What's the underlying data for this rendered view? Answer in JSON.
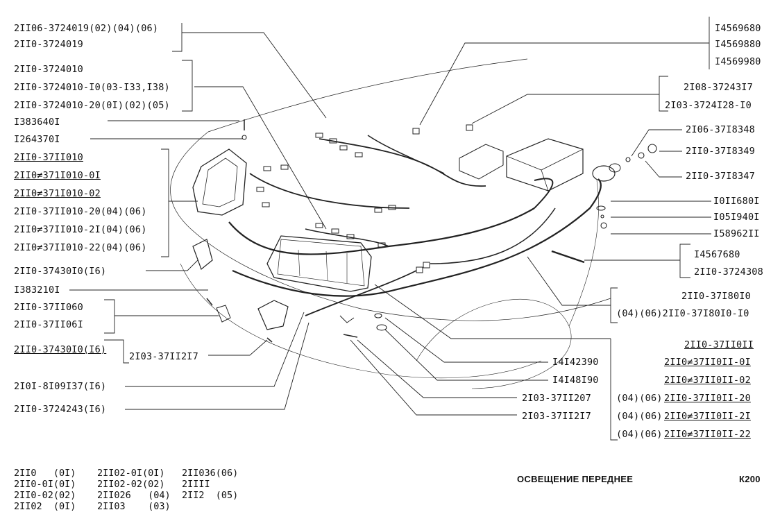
{
  "callouts": {
    "l1": "2II06-3724019(02)(04)(06)",
    "l2": "2II0-3724019",
    "l3": "2II0-3724010",
    "l4": "2II0-3724010-I0(03-I33,I38)",
    "l5": "2II0-3724010-20(0I)(02)(05)",
    "l6": "I383640I",
    "l7": "I264370I",
    "l8": "2II0-37II010",
    "l9": "2II0≠371I010-0I",
    "l10": "2II0≠371I010-02",
    "l11": "2II0-37II010-20(04)(06)",
    "l12": "2II0≠37II010-2I(04)(06)",
    "l13": "2II0≠37II010-22(04)(06)",
    "l14": "2II0-37430I0(I6)",
    "l15": "I383210I",
    "l16": "2II0-37II060",
    "l17": "2II0-37II06I",
    "l18": "2II0-37430I0(I6)",
    "l19": "2I03-37II2I7",
    "l20": "2I0I-8I09I37(I6)",
    "l21": "2II0-3724243(I6)",
    "r1": "I4569680",
    "r2": "I4569880",
    "r3": "I4569980",
    "r4": "2I08-37243I7",
    "r5": "2I03-3724I28-I0",
    "r6": "2I06-37I8348",
    "r7": "2II0-37I8349",
    "r8": "2II0-37I8347",
    "r9": "I0II680I",
    "r10": "I05I940I",
    "r11": "I58962II",
    "r12": "I4567680",
    "r13": "2II0-3724308",
    "r14": "2II0-37I80I0",
    "r15": "(04)(06)2II0-37I80I0-I0",
    "b1": "I4I42390",
    "b2": "I4I48I90",
    "b3": "2I03-37II207",
    "b4": "2I03-37II2I7",
    "br1": "2II0-37II0II",
    "br2": "2II0≠37II0II-0I",
    "br3": "2II0≠37II0II-02",
    "br4p": "(04)(06)",
    "br4": "2II0-37II0II-20",
    "br5p": "(04)(06)",
    "br5": "2II0≠37II0II-2I",
    "br6p": "(04)(06)",
    "br6": "2II0≠37II0II-22"
  },
  "footer": {
    "models": [
      "2II0   (0I)",
      "2II0-0I(0I)",
      "2II0-02(02)",
      "2II02  (0I)",
      "2II02-0I(0I)",
      "2II02-02(02)",
      "2II026   (04)",
      "2II03    (03)",
      "2II036(06)",
      "2IIII",
      "2II2  (05)"
    ],
    "title": "ОСВЕЩЕНИЕ ПЕРЕДНЕЕ",
    "page": "К200"
  }
}
